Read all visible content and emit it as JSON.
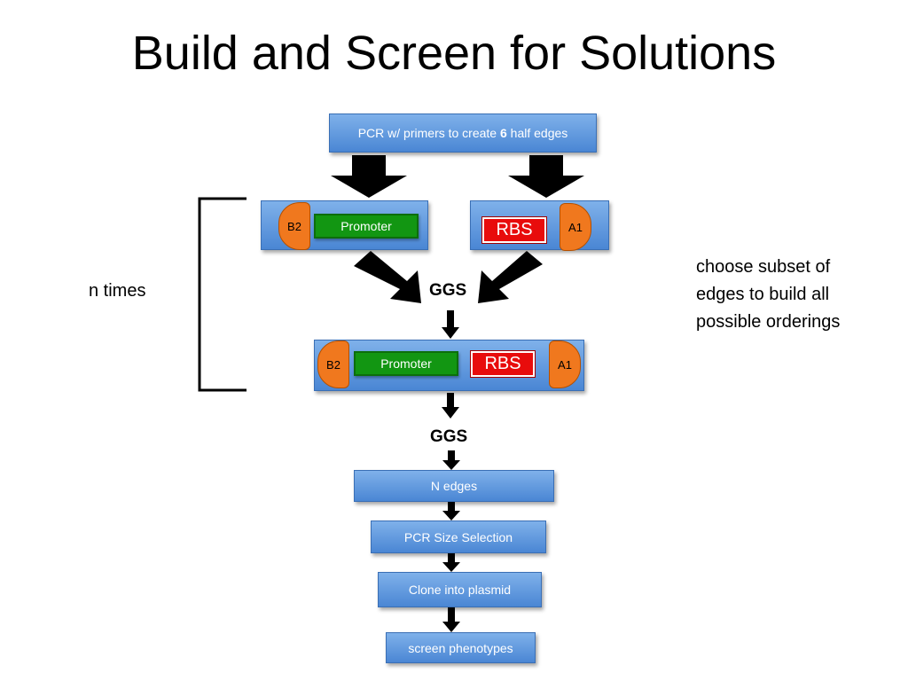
{
  "title": "Build and Screen for Solutions",
  "top_box": {
    "prefix": "PCR w/ primers to create ",
    "bold": "6",
    "suffix": " half edges"
  },
  "left_part": {
    "end_label": "B2",
    "promoter": "Promoter"
  },
  "right_part": {
    "rbs": "RBS",
    "end_label": "A1"
  },
  "ggs_1": "GGS",
  "combined": {
    "left_end": "B2",
    "promoter": "Promoter",
    "rbs": "RBS",
    "right_end": "A1"
  },
  "ggs_2": "GGS",
  "n_times": "n times",
  "subset_note": [
    "choose subset of",
    "edges to build all",
    "possible orderings"
  ],
  "steps": [
    "N edges",
    "PCR Size Selection",
    "Clone into plasmid",
    "screen phenotypes"
  ],
  "colors": {
    "box_blue": "#4a86d4",
    "end_orange": "#f0781e",
    "promoter_green": "#129612",
    "rbs_red": "#e80c0c",
    "arrow": "#000000"
  }
}
